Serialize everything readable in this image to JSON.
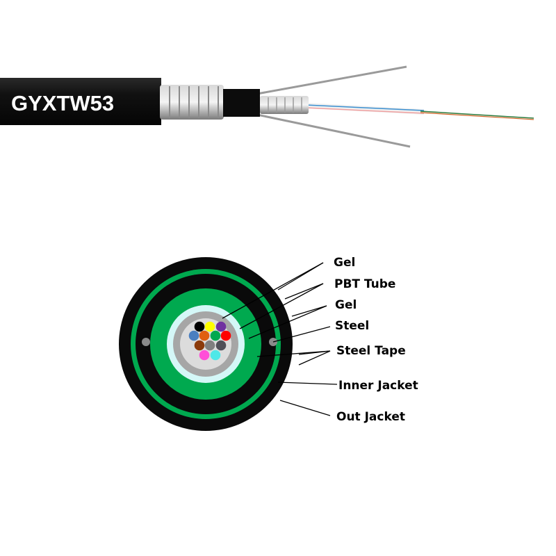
{
  "product": {
    "model_label": "GYXTW53"
  },
  "colors": {
    "jacket_black": "#0a0a0a",
    "armor_green": "#00a94f",
    "water_block_cyan": "#d4f7f7",
    "pbt_tube_gray": "#a6a6a6",
    "gel_light_gray": "#dcdcdc",
    "steel_wire_gray": "#8a8a8a"
  },
  "cross_section": {
    "fibers": [
      {
        "color": "#000000"
      },
      {
        "color": "#ffff00"
      },
      {
        "color": "#7030a0"
      },
      {
        "color": "#4a7fc0"
      },
      {
        "color": "#e06010"
      },
      {
        "color": "#00a94f"
      },
      {
        "color": "#ff0000"
      },
      {
        "color": "#8b3a0a"
      },
      {
        "color": "#808080"
      },
      {
        "color": "#505058"
      },
      {
        "color": "#ff4fd8"
      },
      {
        "color": "#4fe8e8"
      }
    ],
    "labels": [
      {
        "text": "Gel"
      },
      {
        "text": "PBT Tube"
      },
      {
        "text": "Gel"
      },
      {
        "text": "Steel"
      },
      {
        "text": "Steel Tape"
      },
      {
        "text": "Inner Jacket"
      },
      {
        "text": "Out Jacket"
      }
    ]
  }
}
